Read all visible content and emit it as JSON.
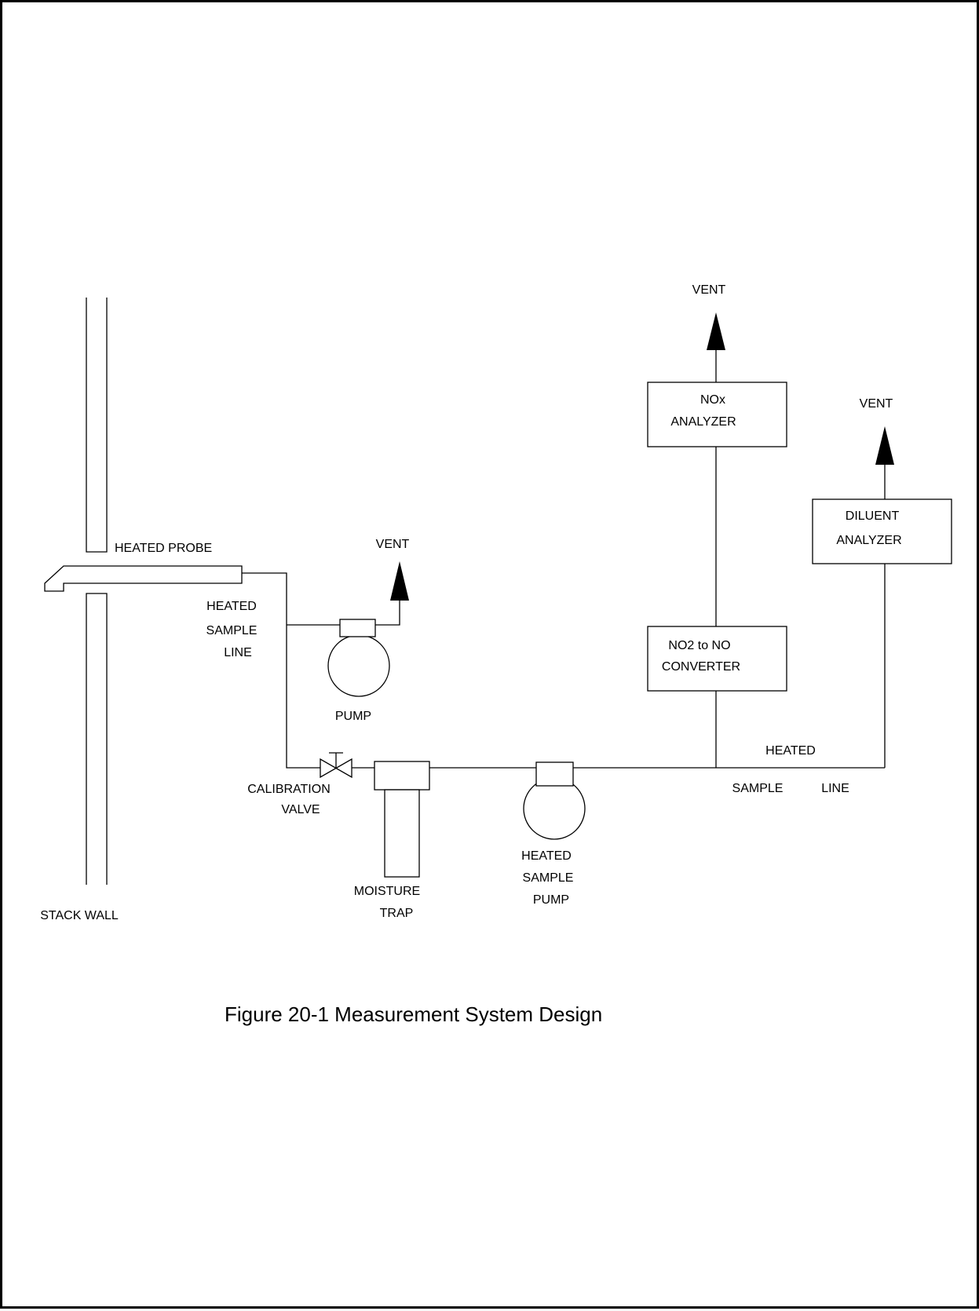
{
  "labels": {
    "vent_nox": "VENT",
    "nox_line1": "NOx",
    "nox_line2": "ANALYZER",
    "vent_diluent": "VENT",
    "diluent_line1": "DILUENT",
    "diluent_line2": "ANALYZER",
    "heated_probe": "HEATED PROBE",
    "vent_pump": "VENT",
    "heated_sample_line_left": [
      "HEATED",
      "SAMPLE",
      "LINE"
    ],
    "pump": "PUMP",
    "converter_line1": "NO2 to NO",
    "converter_line2": "CONVERTER",
    "heated_sample_line_right": [
      "HEATED",
      "SAMPLE",
      "LINE"
    ],
    "calibration_valve": [
      "CALIBRATION",
      "VALVE"
    ],
    "moisture_trap": [
      "MOISTURE",
      "TRAP"
    ],
    "heated_sample_pump": [
      "HEATED",
      "SAMPLE",
      "PUMP"
    ],
    "stack_wall": "STACK WALL"
  },
  "caption": "Figure 20-1 Measurement System Design"
}
